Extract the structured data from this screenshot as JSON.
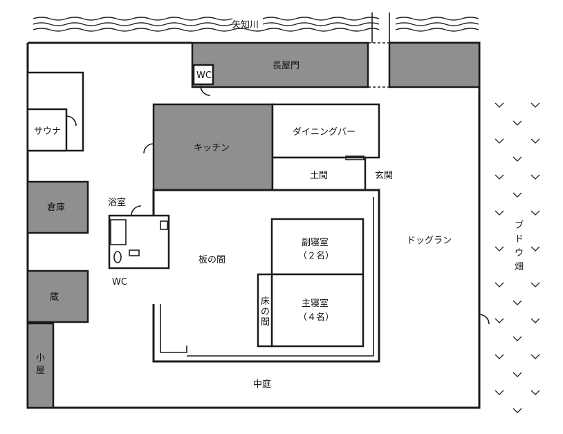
{
  "colors": {
    "shaded": "#8f8f8f",
    "wall": "#1a1a1a",
    "background": "#ffffff"
  },
  "labels": {
    "river": "矢知川",
    "nagayamon": "長屋門",
    "wc_gate": "WC",
    "sauna": "サウナ",
    "kitchen": "キッチン",
    "dining_bar": "ダイニングバー",
    "doma": "土間",
    "genkan": "玄関",
    "souko": "倉庫",
    "yokushitsu": "浴室",
    "wc_bath": "WC",
    "itanoma": "板の間",
    "fuku_shinshitsu": "副寝室",
    "fuku_capacity": "（２名）",
    "shu_shinshitsu": "主寝室",
    "shu_capacity": "（４名）",
    "tokonoma": "床の間",
    "kura": "蔵",
    "koya": "小屋",
    "dog_run": "ドッグラン",
    "budou_batake": "ブドウ畑",
    "nakaniwa": "中庭"
  },
  "icons": [
    "door-swing-icon",
    "toilet-icon",
    "bathtub-icon",
    "sink-icon",
    "vine-mark-icon",
    "river-wave-icon"
  ]
}
